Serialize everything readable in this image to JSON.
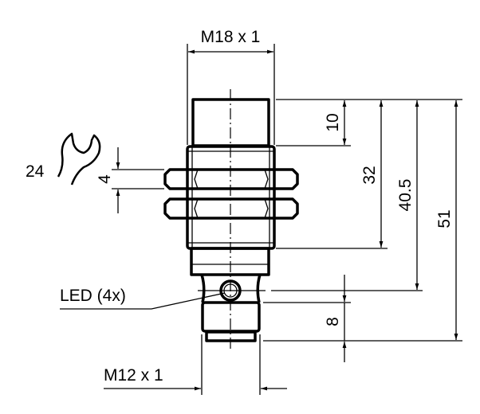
{
  "labels": {
    "thread_top": "M18 x 1",
    "thread_bottom": "M12 x 1",
    "wrench_size": "24",
    "nut_height": "4",
    "led": "LED (4x)",
    "dim_10": "10",
    "dim_32": "32",
    "dim_40_5": "40.5",
    "dim_51": "51",
    "dim_8": "8"
  },
  "colors": {
    "line": "#000000",
    "background": "#ffffff"
  }
}
